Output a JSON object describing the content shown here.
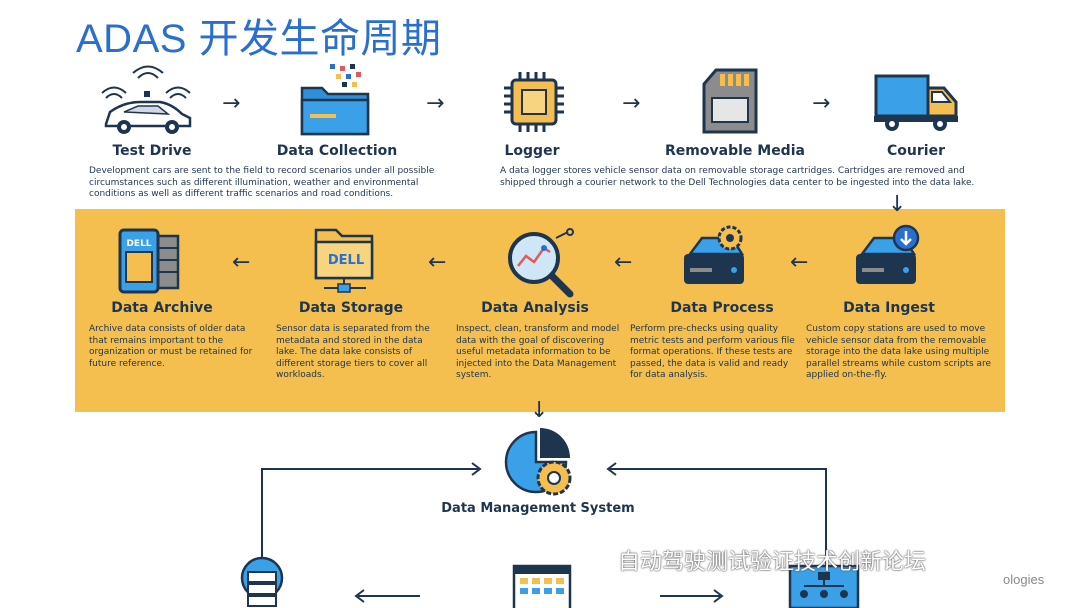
{
  "title": "ADAS 开发生命周期",
  "steps": {
    "test_drive": {
      "label": "Test Drive",
      "desc": "Development cars are sent to the field to record scenarios under all possible circumstances such as different illumination, weather and environmental conditions as well as different traffic scenarios and road conditions."
    },
    "data_collection": {
      "label": "Data Collection"
    },
    "logger": {
      "label": "Logger",
      "desc": "A data logger stores vehicle sensor data on removable storage cartridges. Cartridges are removed and shipped through a courier network to the Dell Technologies data center to be ingested into the data lake."
    },
    "removable_media": {
      "label": "Removable Media"
    },
    "courier": {
      "label": "Courier"
    },
    "data_ingest": {
      "label": "Data Ingest",
      "desc": "Custom copy stations are used to move vehicle sensor data from the removable storage into the data lake using multiple parallel streams while custom scripts are applied on-the-fly."
    },
    "data_process": {
      "label": "Data Process",
      "desc": "Perform pre-checks using quality metric tests and perform various file format operations. If these tests are passed, the data is valid and ready for data analysis."
    },
    "data_analysis": {
      "label": "Data Analysis",
      "desc": "Inspect, clean, transform and model data with the goal of discovering useful metadata information to be injected into the Data Management system."
    },
    "data_storage": {
      "label": "Data Storage",
      "desc": "Sensor data is separated from the metadata and stored in the data lake. The data lake consists of different storage tiers to cover all workloads."
    },
    "data_archive": {
      "label": "Data  Archive",
      "desc": "Archive data consists of older data that remains important to the organization or must be retained for future reference."
    },
    "data_management": {
      "label": "Data Management System"
    }
  },
  "logo_text": "DELL",
  "watermark": "自动驾驶测试验证技术创新论坛",
  "brand_fragment": "ologies",
  "colors": {
    "title": "#2a6fd0",
    "band": "#f4bf4f",
    "navy": "#1e3550"
  }
}
